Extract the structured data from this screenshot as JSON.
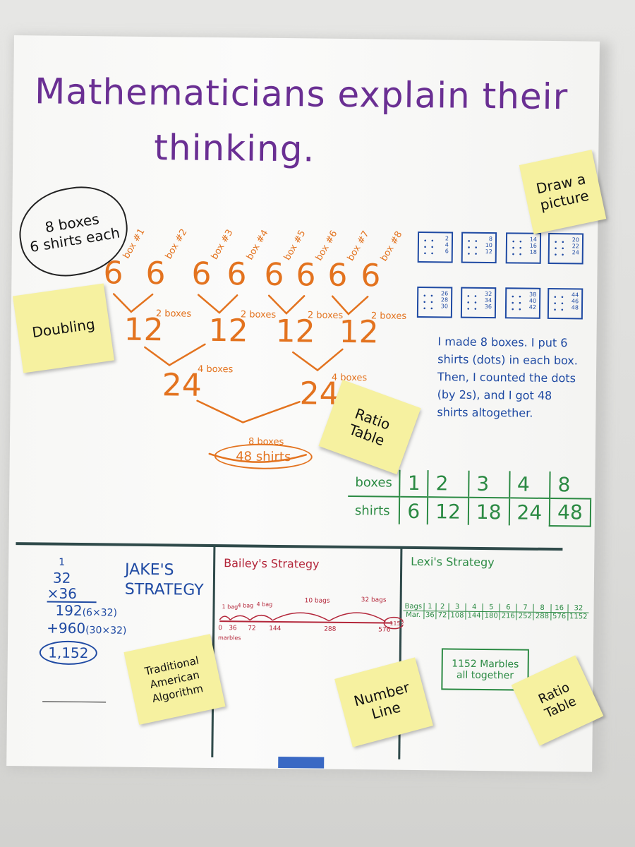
{
  "title_line1": "Mathematicians explain their",
  "title_line2": "thinking.",
  "cloud": {
    "line1": "8 boxes",
    "line2": "6 shirts each"
  },
  "stickies": {
    "doubling": "Doubling",
    "draw_picture": "Draw a picture",
    "ratio_table": "Ratio Table",
    "traditional": "Traditional American Algorithm",
    "number_line": "Number Line",
    "ratio_table2": "Ratio Table"
  },
  "tree": {
    "leaf_value": "6",
    "box_labels": [
      "box #1",
      "box #2",
      "box #3",
      "box #4",
      "box #5",
      "box #6",
      "box #7",
      "box #8"
    ],
    "level2_value": "12",
    "level2_label": "2 boxes",
    "level3_value": "24",
    "level3_label": "4 boxes",
    "total_label": "8 boxes",
    "total": "48 shirts"
  },
  "picture_boxes": [
    [
      "2",
      "4",
      "6"
    ],
    [
      "8",
      "10",
      "12"
    ],
    [
      "14",
      "16",
      "18"
    ],
    [
      "20",
      "22",
      "24"
    ],
    [
      "26",
      "28",
      "30"
    ],
    [
      "32",
      "34",
      "36"
    ],
    [
      "38",
      "40",
      "42"
    ],
    [
      "44",
      "46",
      "48"
    ]
  ],
  "description": "I made 8 boxes. I put 6 shirts (dots) in each box. Then, I counted the dots (by 2s), and I got 48 shirts altogether.",
  "ratio_table": {
    "row1_label": "boxes",
    "row1": [
      "1",
      "2",
      "3",
      "4",
      "8"
    ],
    "row2_label": "shirts",
    "row2": [
      "6",
      "12",
      "18",
      "24",
      "48"
    ]
  },
  "jake": {
    "title_line1": "JAKE'S",
    "title_line2": "STRATEGY",
    "carry": "1",
    "top": "32",
    "mult": "×36",
    "partial1": "192",
    "partial1_note": "(6×32)",
    "partial2": "+960",
    "partial2_note": "(30×32)",
    "answer": "1,152"
  },
  "bailey": {
    "title": "Bailey's Strategy",
    "jump_labels": [
      "1 bag",
      "4 bag",
      "4 bag",
      "10 bags",
      "32 bags"
    ],
    "marks": [
      "0",
      "36",
      "72",
      "144",
      "288",
      "576",
      "1152"
    ],
    "marbles_label": "marbles"
  },
  "lexi": {
    "title": "Lexi's Strategy",
    "row1_label": "Bags",
    "row1": [
      "1",
      "2",
      "3",
      "4",
      "5",
      "6",
      "7",
      "8",
      "16",
      "32"
    ],
    "row2_label": "Mar.",
    "row2": [
      "36",
      "72",
      "108",
      "144",
      "180",
      "216",
      "252",
      "288",
      "576",
      "1152"
    ],
    "total_line1": "1152 Marbles",
    "total_line2": "all together"
  }
}
